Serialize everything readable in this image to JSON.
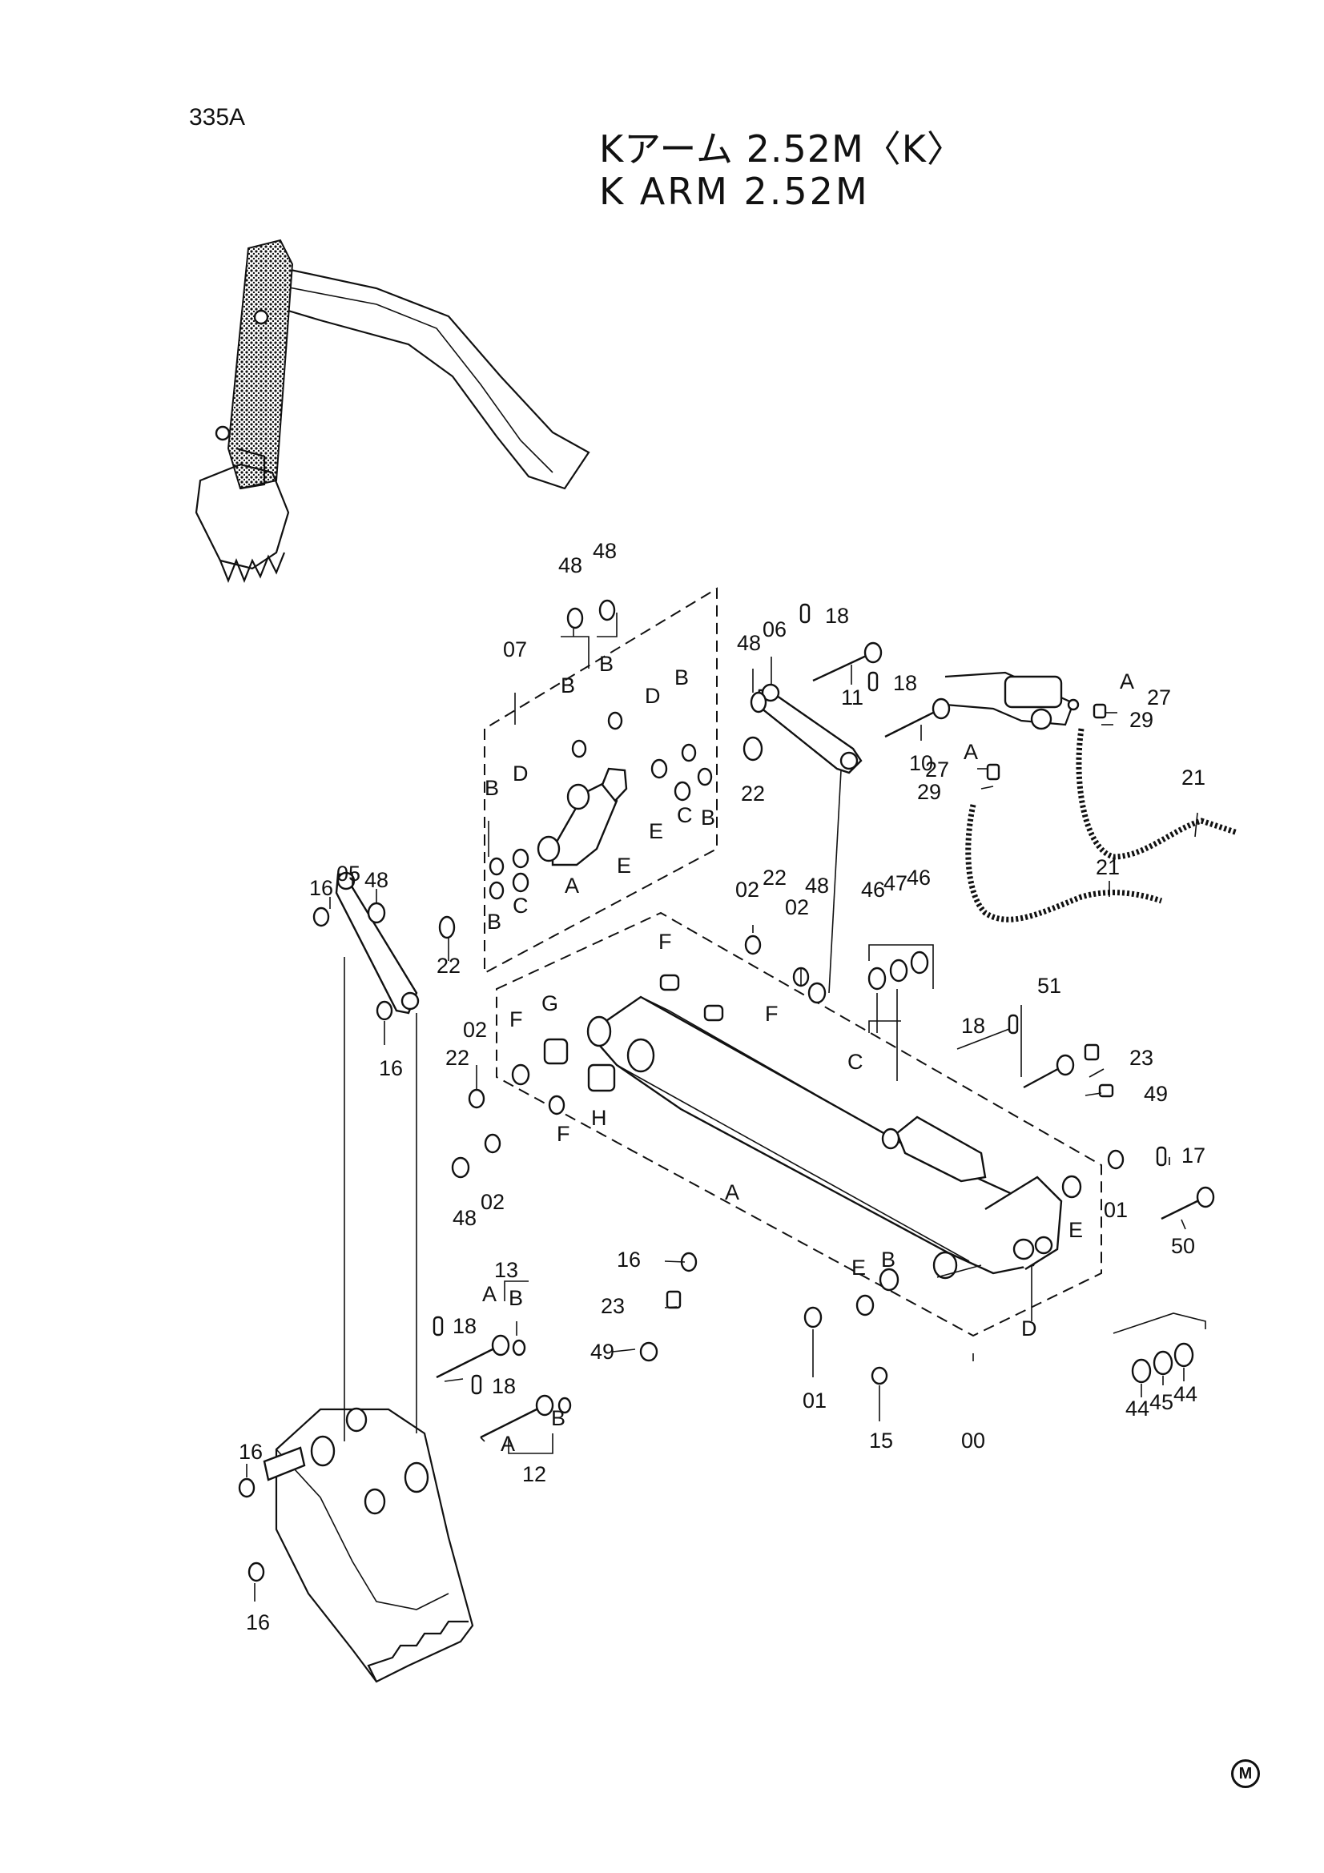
{
  "page": {
    "code": "335A",
    "title_jp": "Kアーム 2.52M〈K〉",
    "title_en": "K  ARM  2.52M",
    "mark": "M"
  },
  "diagram": {
    "callouts": [
      {
        "id": "c-48-a",
        "text": "48"
      },
      {
        "id": "c-48-b",
        "text": "48"
      },
      {
        "id": "c-07",
        "text": "07"
      },
      {
        "id": "c-b-1",
        "text": "B"
      },
      {
        "id": "c-b-2",
        "text": "B"
      },
      {
        "id": "c-d-1",
        "text": "D"
      },
      {
        "id": "c-b-3",
        "text": "B"
      },
      {
        "id": "c-48-c",
        "text": "48"
      },
      {
        "id": "c-06",
        "text": "06"
      },
      {
        "id": "c-18-a",
        "text": "18"
      },
      {
        "id": "c-11",
        "text": "11"
      },
      {
        "id": "c-18-b",
        "text": "18"
      },
      {
        "id": "c-10",
        "text": "10"
      },
      {
        "id": "c-22-a",
        "text": "22"
      },
      {
        "id": "c-b-4",
        "text": "B"
      },
      {
        "id": "c-d-2",
        "text": "D"
      },
      {
        "id": "c-c-1",
        "text": "C"
      },
      {
        "id": "c-b-5",
        "text": "B"
      },
      {
        "id": "c-e-1",
        "text": "E"
      },
      {
        "id": "c-e-2",
        "text": "E"
      },
      {
        "id": "c-a-1",
        "text": "A"
      },
      {
        "id": "c-c-2",
        "text": "C"
      },
      {
        "id": "c-b-6",
        "text": "B"
      },
      {
        "id": "c-16-a",
        "text": "16"
      },
      {
        "id": "c-05",
        "text": "05"
      },
      {
        "id": "c-48-d",
        "text": "48"
      },
      {
        "id": "c-22-b",
        "text": "22"
      },
      {
        "id": "c-16-b",
        "text": "16"
      },
      {
        "id": "c-a-2",
        "text": "A"
      },
      {
        "id": "c-27-a",
        "text": "27"
      },
      {
        "id": "c-29-a",
        "text": "29"
      },
      {
        "id": "c-a-3",
        "text": "A"
      },
      {
        "id": "c-27-b",
        "text": "27"
      },
      {
        "id": "c-29-b",
        "text": "29"
      },
      {
        "id": "c-21-a",
        "text": "21"
      },
      {
        "id": "c-21-b",
        "text": "21"
      },
      {
        "id": "c-02-a",
        "text": "02"
      },
      {
        "id": "c-22-c",
        "text": "22"
      },
      {
        "id": "c-02-b",
        "text": "02"
      },
      {
        "id": "c-48-e",
        "text": "48"
      },
      {
        "id": "c-46-a",
        "text": "46"
      },
      {
        "id": "c-47",
        "text": "47"
      },
      {
        "id": "c-46-b",
        "text": "46"
      },
      {
        "id": "c-f-1",
        "text": "F"
      },
      {
        "id": "c-f-2",
        "text": "F"
      },
      {
        "id": "c-02-c",
        "text": "02"
      },
      {
        "id": "c-g",
        "text": "G"
      },
      {
        "id": "c-f-3",
        "text": "F"
      },
      {
        "id": "c-22-d",
        "text": "22"
      },
      {
        "id": "c-h",
        "text": "H"
      },
      {
        "id": "c-f-4",
        "text": "F"
      },
      {
        "id": "c-48-f",
        "text": "48"
      },
      {
        "id": "c-02-d",
        "text": "02"
      },
      {
        "id": "c-a-4",
        "text": "A"
      },
      {
        "id": "c-c-3",
        "text": "C"
      },
      {
        "id": "c-51",
        "text": "51"
      },
      {
        "id": "c-18-c",
        "text": "18"
      },
      {
        "id": "c-23-a",
        "text": "23"
      },
      {
        "id": "c-49-a",
        "text": "49"
      },
      {
        "id": "c-17",
        "text": "17"
      },
      {
        "id": "c-01-a",
        "text": "01"
      },
      {
        "id": "c-e-3",
        "text": "E"
      },
      {
        "id": "c-50",
        "text": "50"
      },
      {
        "id": "c-16-c",
        "text": "16"
      },
      {
        "id": "c-23-b",
        "text": "23"
      },
      {
        "id": "c-49-b",
        "text": "49"
      },
      {
        "id": "c-13",
        "text": "13"
      },
      {
        "id": "c-a-5",
        "text": "A"
      },
      {
        "id": "c-b-7",
        "text": "B"
      },
      {
        "id": "c-18-d",
        "text": "18"
      },
      {
        "id": "c-18-e",
        "text": "18"
      },
      {
        "id": "c-b-8",
        "text": "B"
      },
      {
        "id": "c-a-6",
        "text": "A"
      },
      {
        "id": "c-12",
        "text": "12"
      },
      {
        "id": "c-e-4",
        "text": "E"
      },
      {
        "id": "c-b-9",
        "text": "B"
      },
      {
        "id": "c-01-b",
        "text": "01"
      },
      {
        "id": "c-15",
        "text": "15"
      },
      {
        "id": "c-d-3",
        "text": "D"
      },
      {
        "id": "c-00",
        "text": "00"
      },
      {
        "id": "c-44-a",
        "text": "44"
      },
      {
        "id": "c-45",
        "text": "45"
      },
      {
        "id": "c-44-b",
        "text": "44"
      },
      {
        "id": "c-16-d",
        "text": "16"
      },
      {
        "id": "c-16-e",
        "text": "16"
      }
    ]
  }
}
